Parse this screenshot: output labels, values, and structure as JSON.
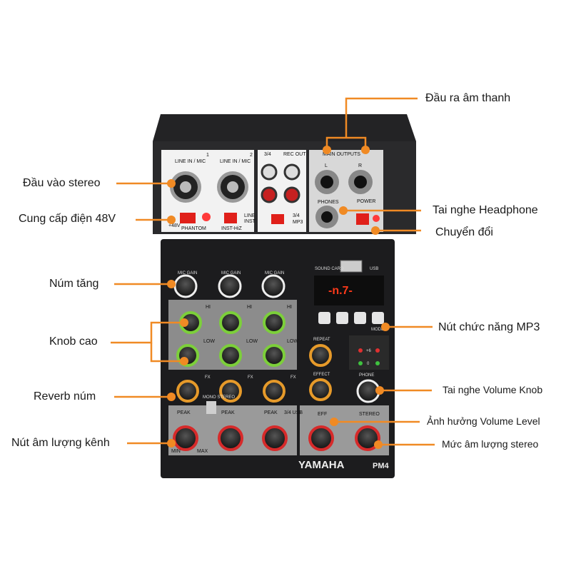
{
  "callouts": {
    "main_output": "Đầu ra âm thanh",
    "stereo_input": "Đầu vào stereo",
    "phantom": "Cung cấp điện 48V",
    "headphone": "Tai nghe Headphone",
    "switch": "Chuyển đổi",
    "gain": "Núm tăng",
    "knob_high": "Knob cao",
    "mp3_buttons": "Nút chức năng MP3",
    "reverb": "Reverb núm",
    "phone_volume": "Tai nghe Volume Knob",
    "effect_level": "Ảnh hưởng Volume Level",
    "channel_volume": "Nút âm lượng kênh",
    "stereo_volume": "Mức âm lượng stereo"
  },
  "panel": {
    "ch1": "1",
    "ch2": "2",
    "ch34": "3/4",
    "rec_out": "REC OUT",
    "line_in_mic": "LINE IN / MIC",
    "main_outputs": "MAIN OUTPUTS",
    "l": "L",
    "r": "R",
    "phones": "PHONES",
    "power": "POWER",
    "phantom": "PHANTOM",
    "plus48v": "+48V",
    "inst_hiz": "INST-HiZ",
    "line": "LINE",
    "inst": "INST",
    "mp3": "MP3",
    "sound_card": "SOUND CARD",
    "usb": "USB",
    "display": "-n.7-",
    "mic_gain": "MIC GAIN",
    "hi": "HI",
    "low": "LOW",
    "fx": "FX",
    "repeat": "REPEAT",
    "effect": "EFFECT",
    "phone": "PHONE",
    "peak": "PEAK",
    "eff": "EFF",
    "stereo": "STEREO",
    "min": "MIN",
    "max": "MAX",
    "mono_stereo": "MONO STEREO",
    "mode": "MODE",
    "plus6": "+6",
    "zero": "0",
    "ch34_usb": "3/4 USB",
    "brand": "YAMAHA",
    "model": "PM4"
  },
  "colors": {
    "accent": "#f08a24",
    "body": "#1c1c1e",
    "knob_green": "#7ccf3a",
    "knob_orange": "#e69a2a",
    "knob_red": "#d62a2a",
    "button_red": "#e0201a"
  }
}
